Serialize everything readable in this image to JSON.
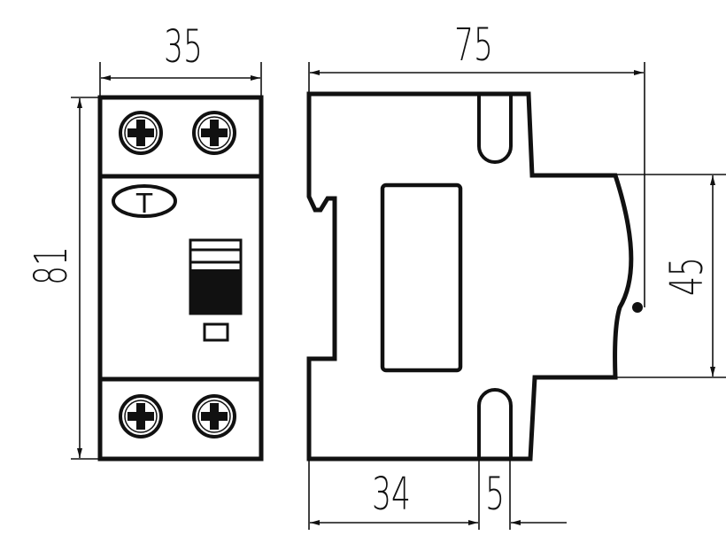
{
  "dimensions": {
    "front_width": "35",
    "height": "81",
    "depth": "75",
    "front_face_height": "45",
    "rail_offset": "34",
    "slot_width": "5"
  },
  "labels": {
    "test_button": "T"
  }
}
